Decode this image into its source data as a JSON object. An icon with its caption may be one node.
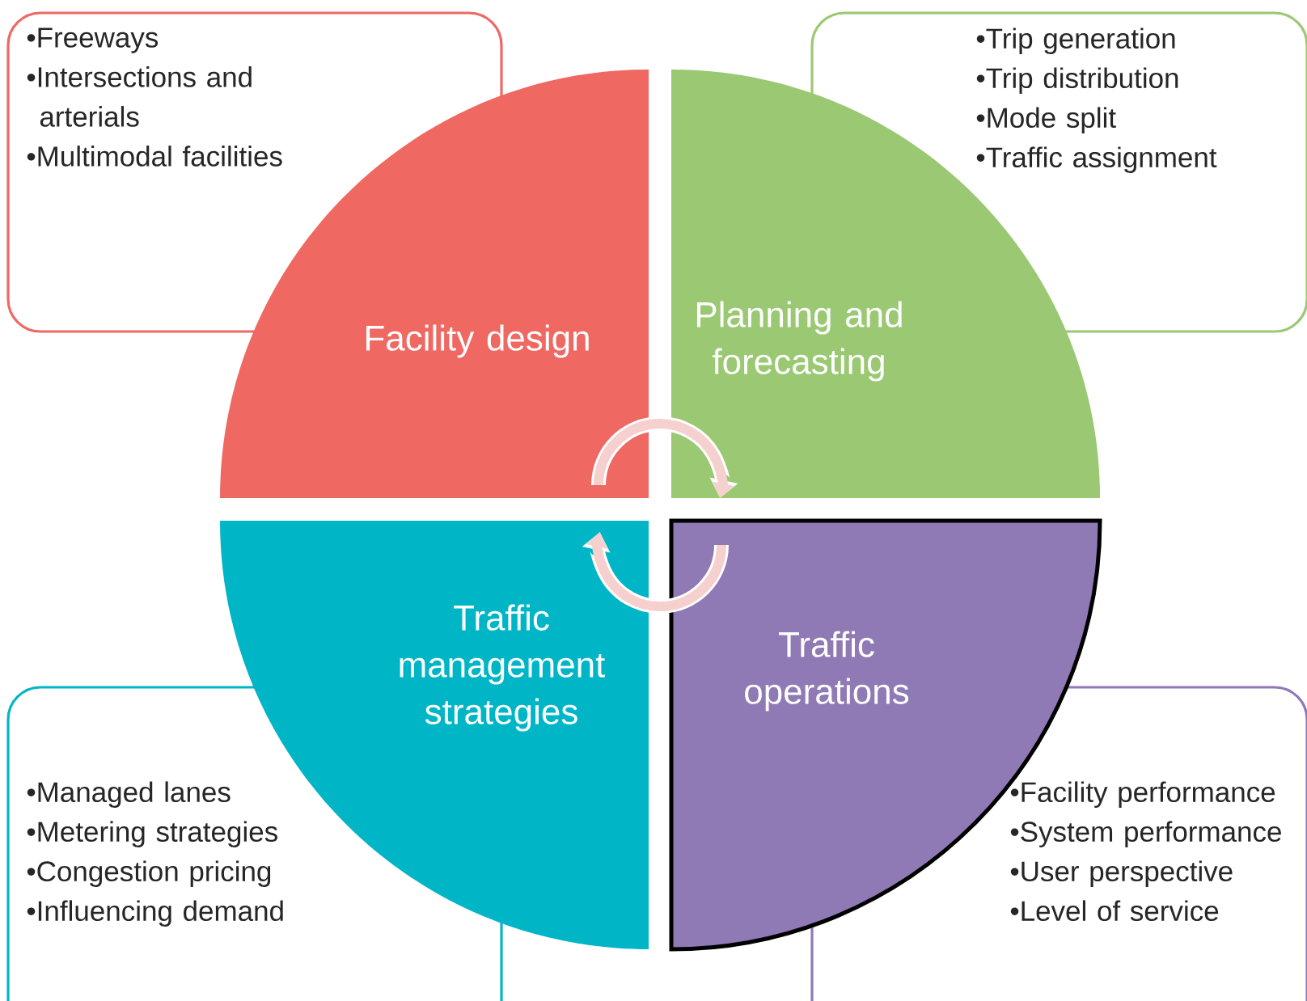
{
  "diagram": {
    "nodes": [
      {
        "text": [
          "•Freeways",
          "•Intersections and arterials",
          "•Multimodal facilities"
        ]
      },
      {
        "text": [
          "•Trip generation",
          "•Trip distribution",
          "•Mode split",
          "•Traffic assignment"
        ]
      },
      {
        "text": [
          "Facility design"
        ]
      },
      {
        "text": [
          "Planning and forecasting"
        ]
      },
      {
        "text": [
          "Traffic management strategies"
        ]
      },
      {
        "text": [
          "Traffic operations"
        ]
      },
      {
        "text": [
          "•Managed lanes",
          "•Metering strategies",
          "•Congestion pricing",
          "•Influencing demand"
        ]
      },
      {
        "text": [
          "•Facility performance",
          "•System performance",
          "•User perspective",
          "•Level of service"
        ]
      }
    ],
    "edges": [
      {
        "from": 2,
        "to": 3,
        "arrow": "to"
      },
      {
        "from": 5,
        "to": 4,
        "arrow": "to"
      }
    ]
  }
}
